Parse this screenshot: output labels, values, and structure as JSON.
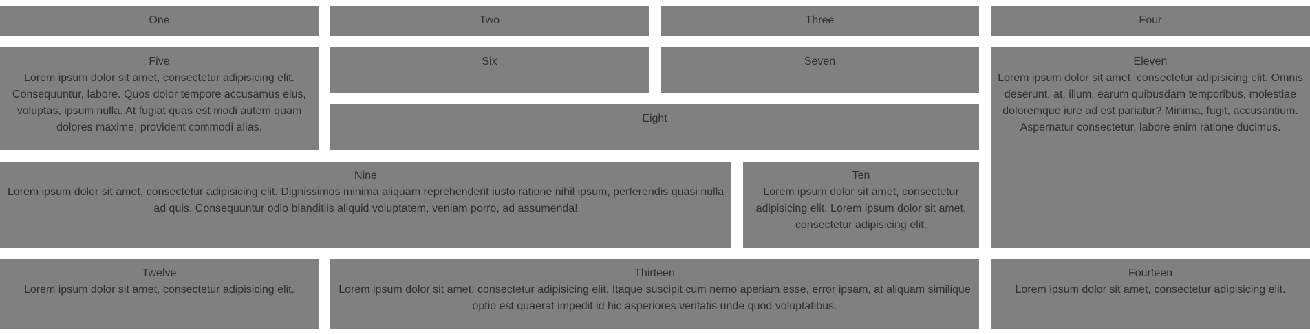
{
  "cells": [
    {
      "title": "One",
      "body": ""
    },
    {
      "title": "Two",
      "body": ""
    },
    {
      "title": "Three",
      "body": ""
    },
    {
      "title": "Four",
      "body": ""
    },
    {
      "title": "Five",
      "body": "Lorem ipsum dolor sit amet, consectetur adipisicing elit. Consequuntur, labore. Quos dolor tempore accusamus eius, voluptas, ipsum nulla. At fugiat quas est modi autem quam dolores maxime, provident commodi alias."
    },
    {
      "title": "Six",
      "body": ""
    },
    {
      "title": "Seven",
      "body": ""
    },
    {
      "title": "Eight",
      "body": ""
    },
    {
      "title": "Nine",
      "body": "Lorem ipsum dolor sit amet, consectetur adipisicing elit. Dignissimos minima aliquam reprehenderit iusto ratione nihil ipsum, perferendis quasi nulla ad quis. Consequuntur odio blanditiis aliquid voluptatem, veniam porro, ad assumenda!"
    },
    {
      "title": "Ten",
      "body": "Lorem ipsum dolor sit amet, consectetur adipisicing elit. Lorem ipsum dolor sit amet, consectetur adipisicing elit."
    },
    {
      "title": "Eleven",
      "body": "Lorem ipsum dolor sit amet, consectetur adipisicing elit. Omnis deserunt, at, illum, earum quibusdam temporibus, molestiae doloremque iure ad est pariatur? Minima, fugit, accusantium. Aspernatur consectetur, labore enim ratione ducimus."
    },
    {
      "title": "Twelve",
      "body": "Lorem ipsum dolor sit amet, consectetur adipisicing elit."
    },
    {
      "title": "Thirteen",
      "body": "Lorem ipsum dolor sit amet, consectetur adipisicing elit. Itaque suscipit cum nemo aperiam esse, error ipsam, at aliquam similique optio est quaerat impedit id hic asperiores veritatis unde quod voluptatibus."
    },
    {
      "title": "Fourteen",
      "body": "Lorem ipsum dolor sit amet, consectetur adipisicing elit."
    }
  ]
}
